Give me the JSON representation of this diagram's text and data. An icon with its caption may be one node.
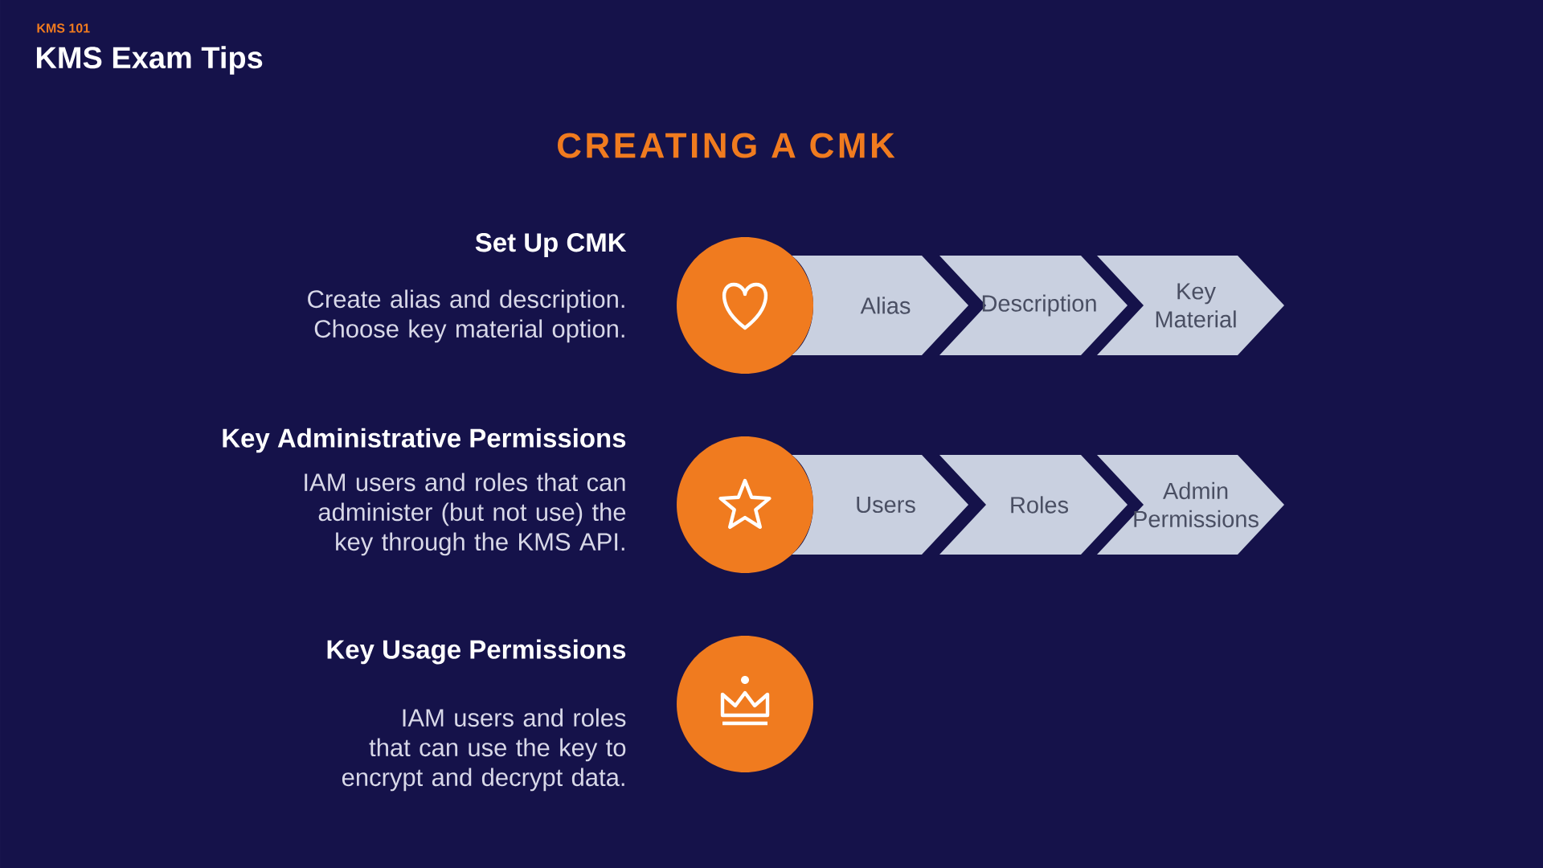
{
  "diagram": {
    "title": "CREATING A CMK",
    "nodes": [
      {
        "text": [],
        "shape": "circle",
        "beside": [
          "Set Up CMK",
          "Create alias and description. Choose key material option."
        ]
      },
      {
        "text": [
          "Alias"
        ]
      },
      {
        "text": [
          "Description"
        ]
      },
      {
        "text": [
          "Key Material"
        ]
      },
      {
        "text": [],
        "shape": "circle",
        "beside": [
          "Key Administrative Permissions",
          "IAM users and roles that can administer (but not use) the key through the KMS API."
        ]
      },
      {
        "text": [
          "Users"
        ]
      },
      {
        "text": [
          "Roles"
        ]
      },
      {
        "text": [
          "Admin Permissions"
        ]
      },
      {
        "text": [],
        "shape": "circle",
        "beside": [
          "Key Usage Permissions",
          "IAM users and roles that can use the key to encrypt and decrypt data."
        ]
      }
    ],
    "labels": [
      "KMS 101",
      "KMS Exam Tips"
    ]
  }
}
